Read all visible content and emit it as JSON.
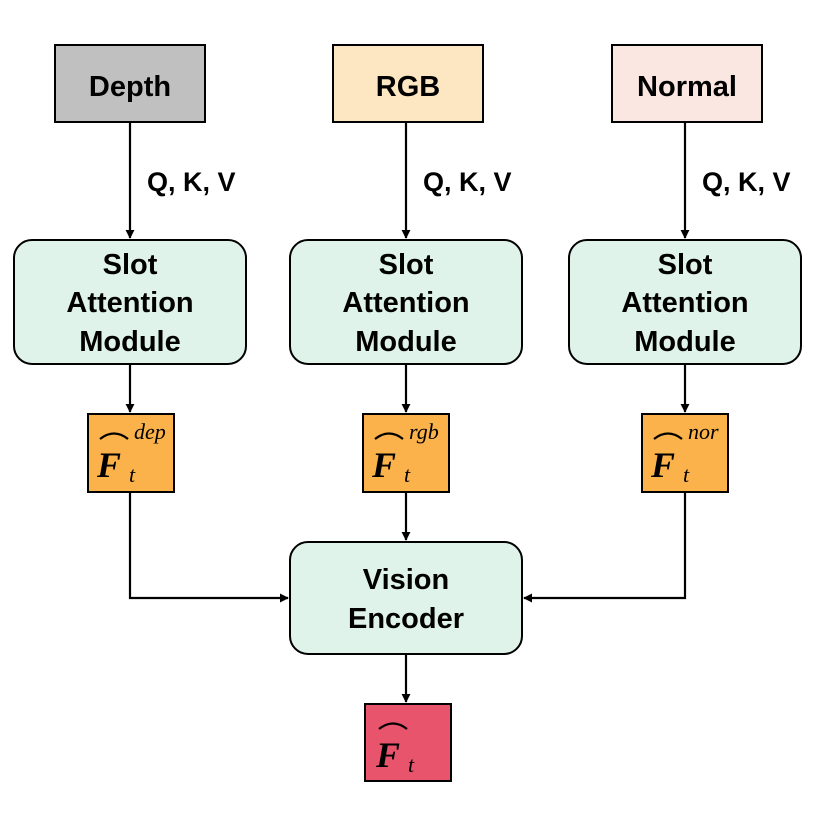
{
  "inputs": [
    {
      "label": "Depth",
      "fill": "#c0c0c0"
    },
    {
      "label": "RGB",
      "fill": "#fde7c2"
    },
    {
      "label": "Normal",
      "fill": "#fbe7e1"
    }
  ],
  "qkv_label": "Q, K, V",
  "module": {
    "lines": [
      "Slot",
      "Attention",
      "Module"
    ],
    "fill": "#dff3ea"
  },
  "features": [
    {
      "base": "F",
      "sub": "t",
      "sup": "dep",
      "fill": "#fbb24a"
    },
    {
      "base": "F",
      "sub": "t",
      "sup": "rgb",
      "fill": "#fbb24a"
    },
    {
      "base": "F",
      "sub": "t",
      "sup": "nor",
      "fill": "#fbb24a"
    }
  ],
  "encoder": {
    "lines": [
      "Vision",
      "Encoder"
    ],
    "fill": "#dff3ea"
  },
  "output": {
    "base": "F",
    "sub": "t",
    "fill": "#e8546b"
  },
  "colors": {
    "stroke": "#000000"
  }
}
